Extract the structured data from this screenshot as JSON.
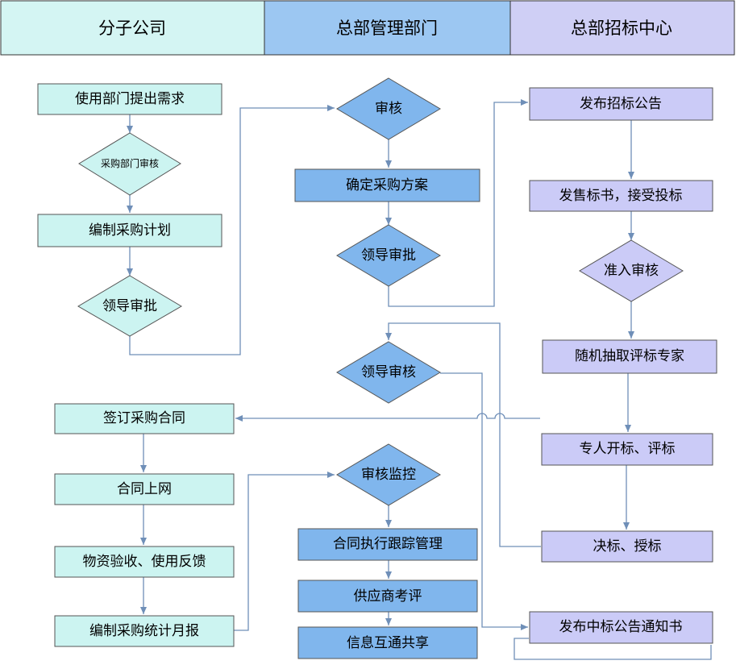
{
  "colors": {
    "col1_header": "#d4f5f3",
    "col2_header": "#9cc7f2",
    "col3_header": "#cfcff5",
    "col1_node": "#ccf4f1",
    "col2_node": "#80b6ed",
    "col3_node": "#cbcbf7",
    "line": "#6f8fb8"
  },
  "headers": {
    "subsidiary": "分子公司",
    "hq_management": "总部管理部门",
    "hq_bidding": "总部招标中心"
  },
  "subsidiary": {
    "submit_demand": "使用部门提出需求",
    "procurement_review": "采购部门审核",
    "compile_plan": "编制采购计划",
    "leader_approval": "领导审批",
    "sign_contract": "签订采购合同",
    "contract_online": "合同上网",
    "acceptance_feedback": "物资验收、使用反馈",
    "monthly_report": "编制采购统计月报"
  },
  "hq_management": {
    "review": "审核",
    "confirm_plan": "确定采购方案",
    "leader_approval": "领导审批",
    "leader_review": "领导审核",
    "review_monitor": "审核监控",
    "contract_tracking": "合同执行跟踪管理",
    "supplier_eval": "供应商考评",
    "info_sharing": "信息互通共享"
  },
  "hq_bidding": {
    "publish_notice": "发布招标公告",
    "sell_docs": "发售标书，接受投标",
    "admission_review": "准入审核",
    "select_experts": "随机抽取评标专家",
    "open_evaluate": "专人开标、评标",
    "award": "决标、授标",
    "winning_notice": "发布中标公告通知书"
  }
}
